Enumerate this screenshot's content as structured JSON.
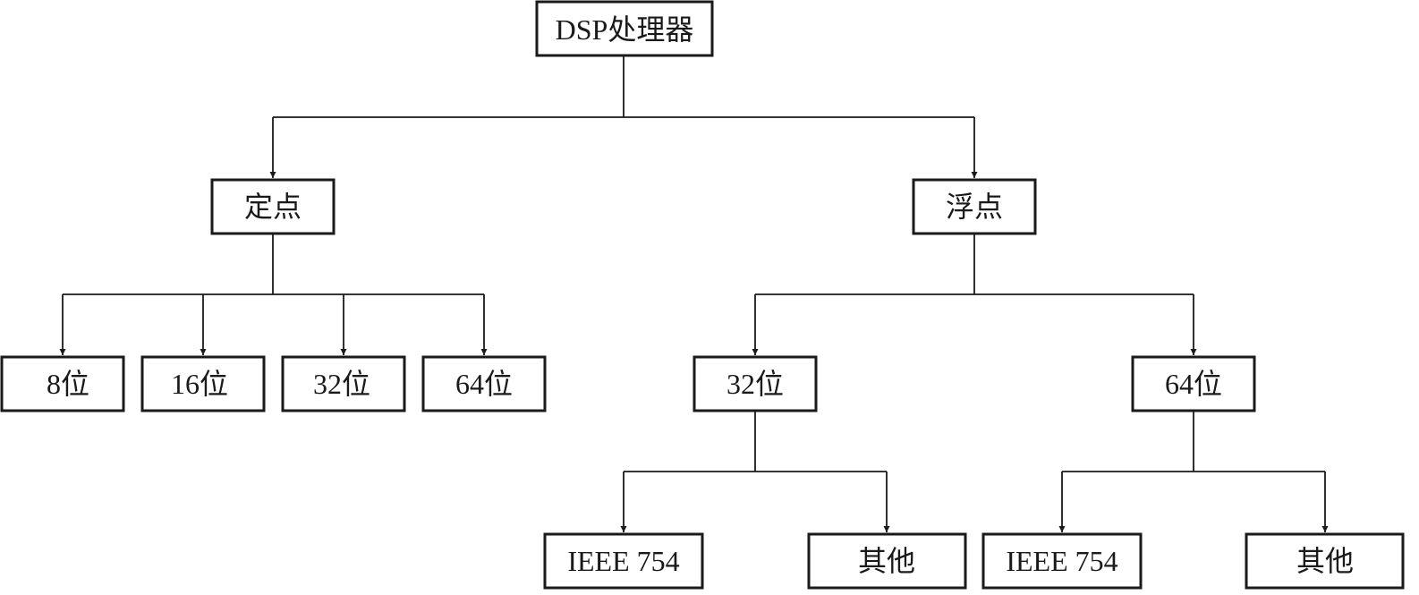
{
  "diagram": {
    "root": "DSP处理器",
    "fixed": {
      "label": "定点",
      "children": [
        "8位",
        "16位",
        "32位",
        "64位"
      ]
    },
    "float": {
      "label": "浮点",
      "bit32": {
        "label": "32位",
        "children": [
          "IEEE 754",
          "其他"
        ]
      },
      "bit64": {
        "label": "64位",
        "children": [
          "IEEE 754",
          "其他"
        ]
      }
    }
  }
}
